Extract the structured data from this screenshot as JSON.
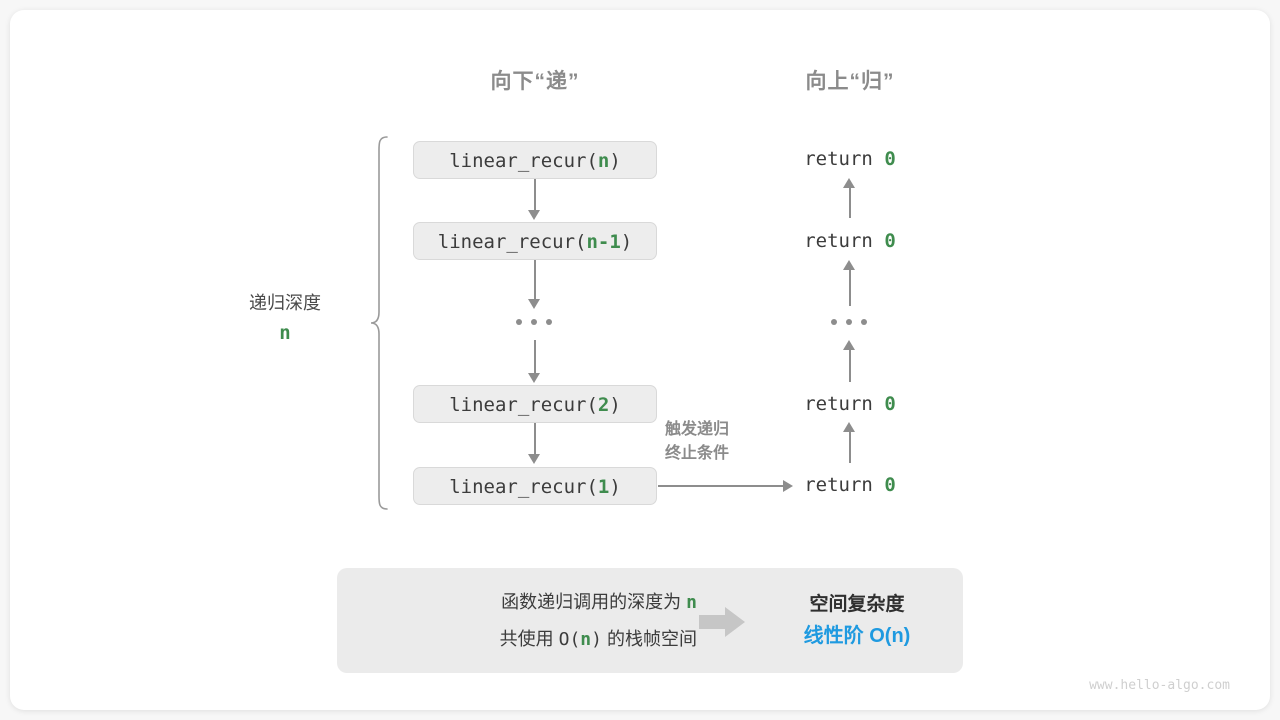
{
  "headers": {
    "left": "向下“递”",
    "right": "向上“归”"
  },
  "depth_label": {
    "text": "递归深度",
    "value": "n"
  },
  "calls": [
    {
      "prefix": "linear_recur(",
      "arg": "n",
      "suffix": ")"
    },
    {
      "prefix": "linear_recur(",
      "arg": "n-1",
      "suffix": ")"
    },
    {
      "prefix": "linear_recur(",
      "arg": "2",
      "suffix": ")"
    },
    {
      "prefix": "linear_recur(",
      "arg": "1",
      "suffix": ")"
    }
  ],
  "returns": [
    {
      "keyword": "return",
      "value": "0"
    },
    {
      "keyword": "return",
      "value": "0"
    },
    {
      "keyword": "return",
      "value": "0"
    },
    {
      "keyword": "return",
      "value": "0"
    }
  ],
  "ellipsis": "...",
  "trigger_note": {
    "line1": "触发递归",
    "line2": "终止条件"
  },
  "summary": {
    "left_line1_a": "函数递归调用的深度为",
    "left_line1_n": "n",
    "left_line2_a": "共使用",
    "left_line2_b": "O(",
    "left_line2_n": "n",
    "left_line2_c": ")",
    "left_line2_d": "的栈帧空间",
    "title": "空间复杂度",
    "value": "线性阶 O(n)"
  },
  "watermark": "www.hello-algo.com",
  "colors": {
    "green": "#3f8c4e",
    "blue": "#1f9ae0",
    "gray_line": "#8d8d8d",
    "box_bg": "#ededed",
    "panel_bg": "#ebebeb"
  }
}
